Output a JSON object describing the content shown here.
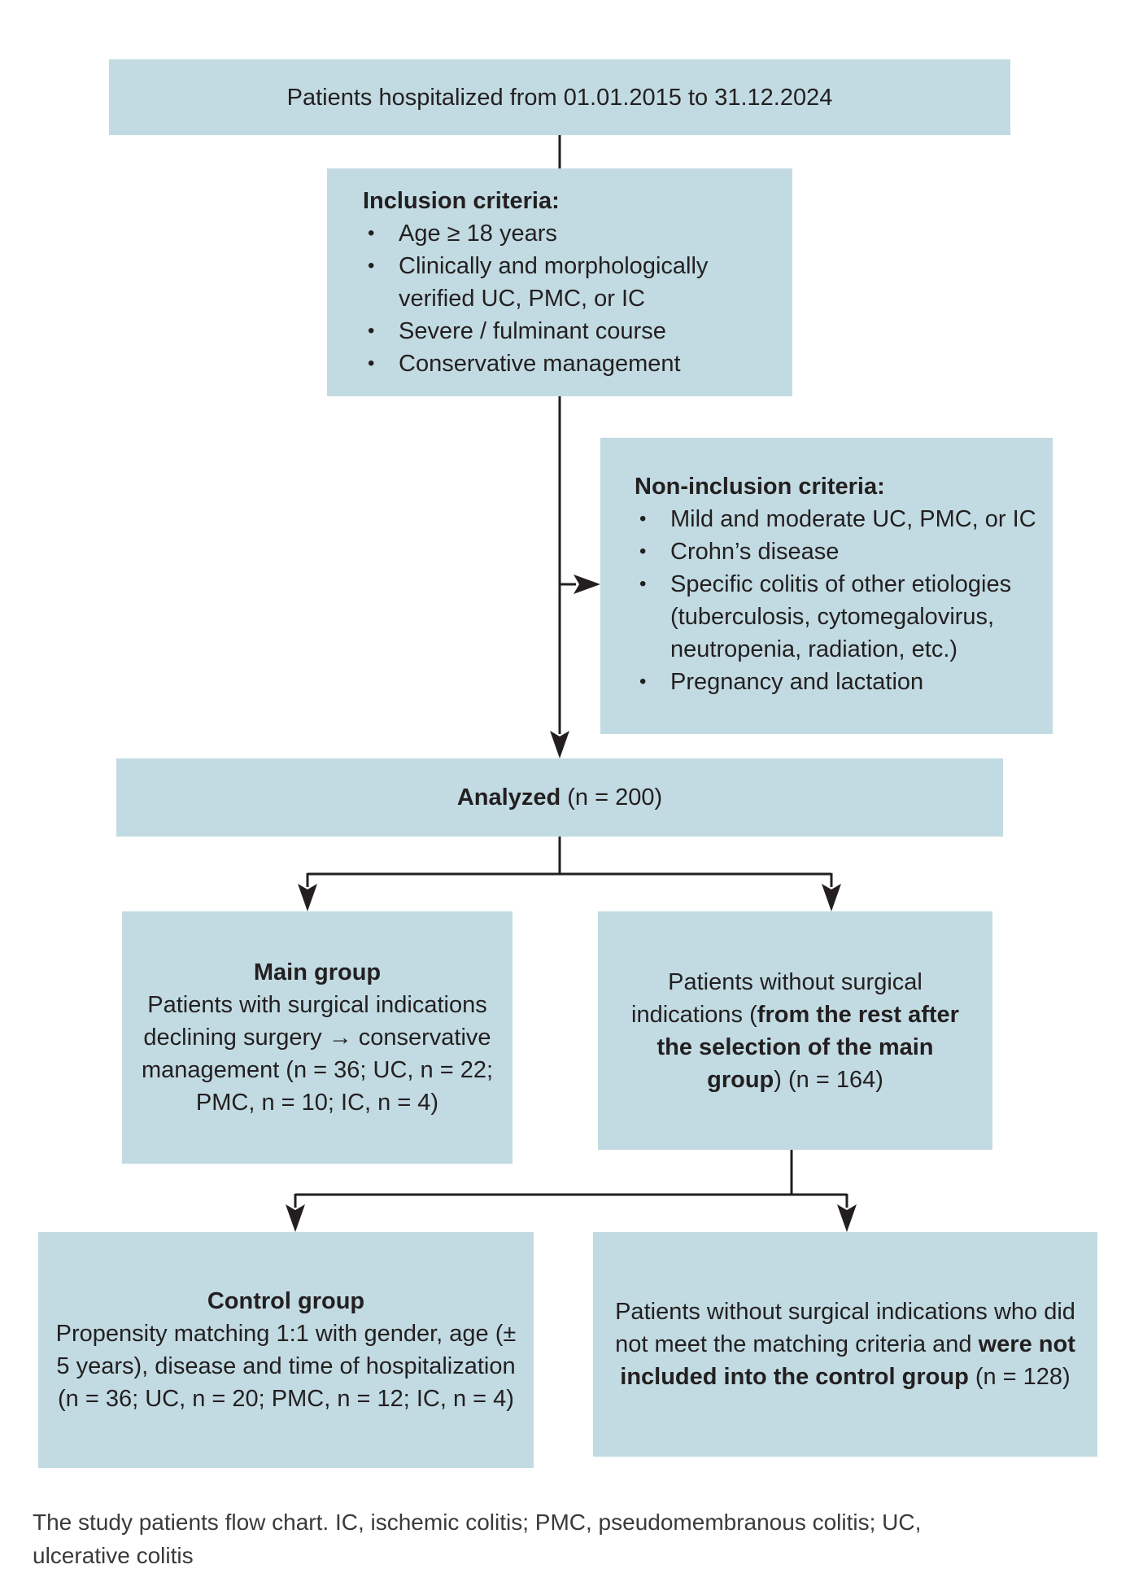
{
  "colors": {
    "box_fill": "#c2dbe2",
    "text": "#231f20",
    "line": "#231f20",
    "caption_text": "#3a3a3a"
  },
  "bullet": "•",
  "boxes": {
    "hospitalized": {
      "text": "Patients hospitalized from 01.01.2015 to 31.12.2024"
    },
    "inclusion": {
      "title": "Inclusion criteria:",
      "items": [
        "Age ≥ 18 years",
        "Clinically and morphologically verified UC, PMC, or IC",
        "Severe / fulminant course",
        "Conservative management"
      ]
    },
    "non_inclusion": {
      "title": "Non-inclusion criteria:",
      "items": [
        "Mild and moderate UC, PMC, or IC",
        "Crohn’s disease",
        "Specific colitis of other etiologies (tuberculosis, cytomegalovirus, neutropenia, radiation, etc.)",
        "Pregnancy and lactation"
      ]
    },
    "analyzed": {
      "bold": "Analyzed",
      "rest": " (n = 200)"
    },
    "main_group": {
      "title": "Main group",
      "text": "Patients with surgical indications declining surgery → conservative management (n = 36; UC, n = 22; PMC, n = 10; IC, n = 4)"
    },
    "no_indications": {
      "pre": "Patients without surgical indications (",
      "bold": "from the rest after the selection of the main group",
      "post": ") (n = 164)"
    },
    "control_group": {
      "title": "Control group",
      "text": "Propensity matching 1:1 with gender, age (± 5 years), disease and time of hospitalization (n = 36; UC, n = 20; PMC, n = 12; IC, n = 4)"
    },
    "not_included": {
      "pre": "Patients without surgical indications who did not meet the matching criteria and ",
      "bold": "were not included into the control group",
      "post": " (n = 128)"
    }
  },
  "caption": "The study patients flow chart. IC, ischemic colitis; PMC, pseudomembranous colitis; UC, ulcerative colitis"
}
